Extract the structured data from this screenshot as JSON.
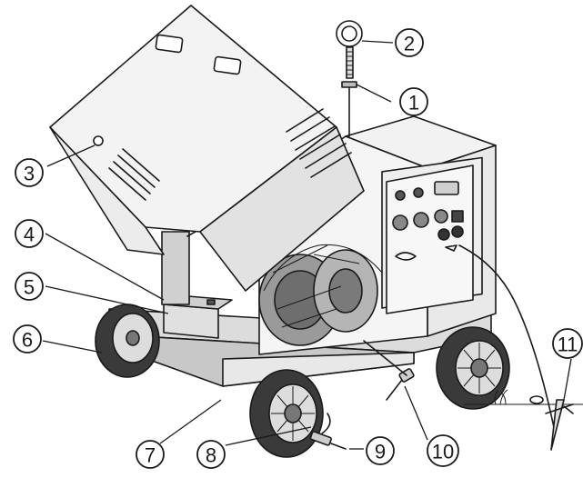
{
  "diagram": {
    "callouts": [
      {
        "id": "c1",
        "label": "1"
      },
      {
        "id": "c2",
        "label": "2"
      },
      {
        "id": "c3",
        "label": "3"
      },
      {
        "id": "c4",
        "label": "4"
      },
      {
        "id": "c5",
        "label": "5"
      },
      {
        "id": "c6",
        "label": "6"
      },
      {
        "id": "c7",
        "label": "7"
      },
      {
        "id": "c8",
        "label": "8"
      },
      {
        "id": "c9",
        "label": "9"
      },
      {
        "id": "c10",
        "label": "10"
      },
      {
        "id": "c11",
        "label": "11"
      }
    ],
    "line_color": "#1a1a1a",
    "fill_light": "#e6e6e6",
    "fill_mid": "#bdbdbd",
    "fill_dark": "#5a5a5a"
  }
}
